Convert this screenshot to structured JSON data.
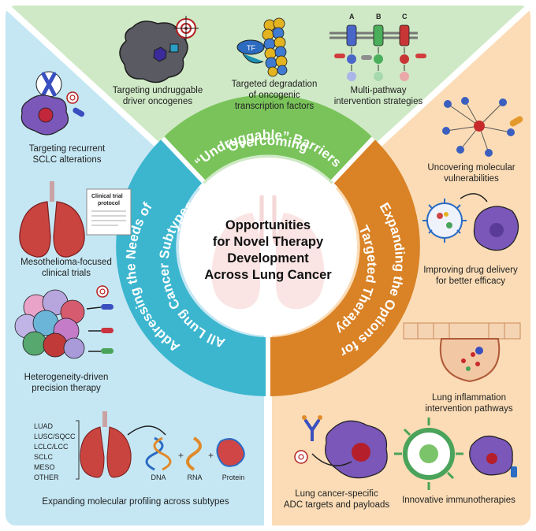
{
  "center": {
    "line1": "Opportunities",
    "line2": "for Novel Therapy",
    "line3": "Development",
    "line4": "Across Lung Cancer"
  },
  "ring": {
    "top_line1": "Overcoming",
    "top_line2": "“Undruggable” Barriers",
    "left_line1": "Addressing the Needs of",
    "left_line2": "All Lung Cancer Subtypes",
    "right_line1": "Expanding the Options for",
    "right_line2": "Targeted Therapy"
  },
  "top_panel": {
    "item1": [
      "Targeting undruggable",
      "driver oncogenes"
    ],
    "item2": [
      "Targeted degradation",
      "of oncogenic",
      "transcription factors"
    ],
    "item3": [
      "Multi-pathway",
      "intervention strategies"
    ],
    "pathway_labels": [
      "A",
      "B",
      "C"
    ],
    "tf_label": "TF"
  },
  "left_panel": {
    "item1": [
      "Targeting recurrent",
      "SCLC alterations"
    ],
    "item2": [
      "Mesothelioma-focused",
      "clinical trials"
    ],
    "clinical_doc": [
      "Clinical trial",
      "protocol"
    ],
    "item3": [
      "Heterogeneity-driven",
      "precision therapy"
    ],
    "subtypes": [
      "LUAD",
      "LUSC/SQCC",
      "LCLC/LCC",
      "SCLC",
      "MESO",
      "OTHER"
    ],
    "molecules": [
      "DNA",
      "RNA",
      "Protein"
    ],
    "item4": "Expanding molecular profiling across subtypes"
  },
  "right_panel": {
    "item1": [
      "Uncovering molecular",
      "vulnerabilities"
    ],
    "item2": [
      "Improving drug delivery",
      "for better efficacy"
    ],
    "item3": [
      "Lung inflammation",
      "intervention pathways"
    ],
    "item4": [
      "Lung cancer-specific",
      "ADC targets and payloads"
    ],
    "item5": "Innovative immunotherapies"
  },
  "colors": {
    "top_bg": "#cfe9c6",
    "left_bg": "#c5e7f4",
    "right_bg": "#fbdcb6",
    "ring_green": "#79c35a",
    "ring_teal": "#3cb6cf",
    "ring_orange": "#d98226",
    "cell_purple": "#7a57b8",
    "outline": "#1e1e1e"
  },
  "icons": [
    "target-icon",
    "lung-icon",
    "cell-icon",
    "dna-icon",
    "rna-icon",
    "protein-icon",
    "capsule-icon",
    "network-icon",
    "antibody-icon",
    "chromosome-icon"
  ]
}
